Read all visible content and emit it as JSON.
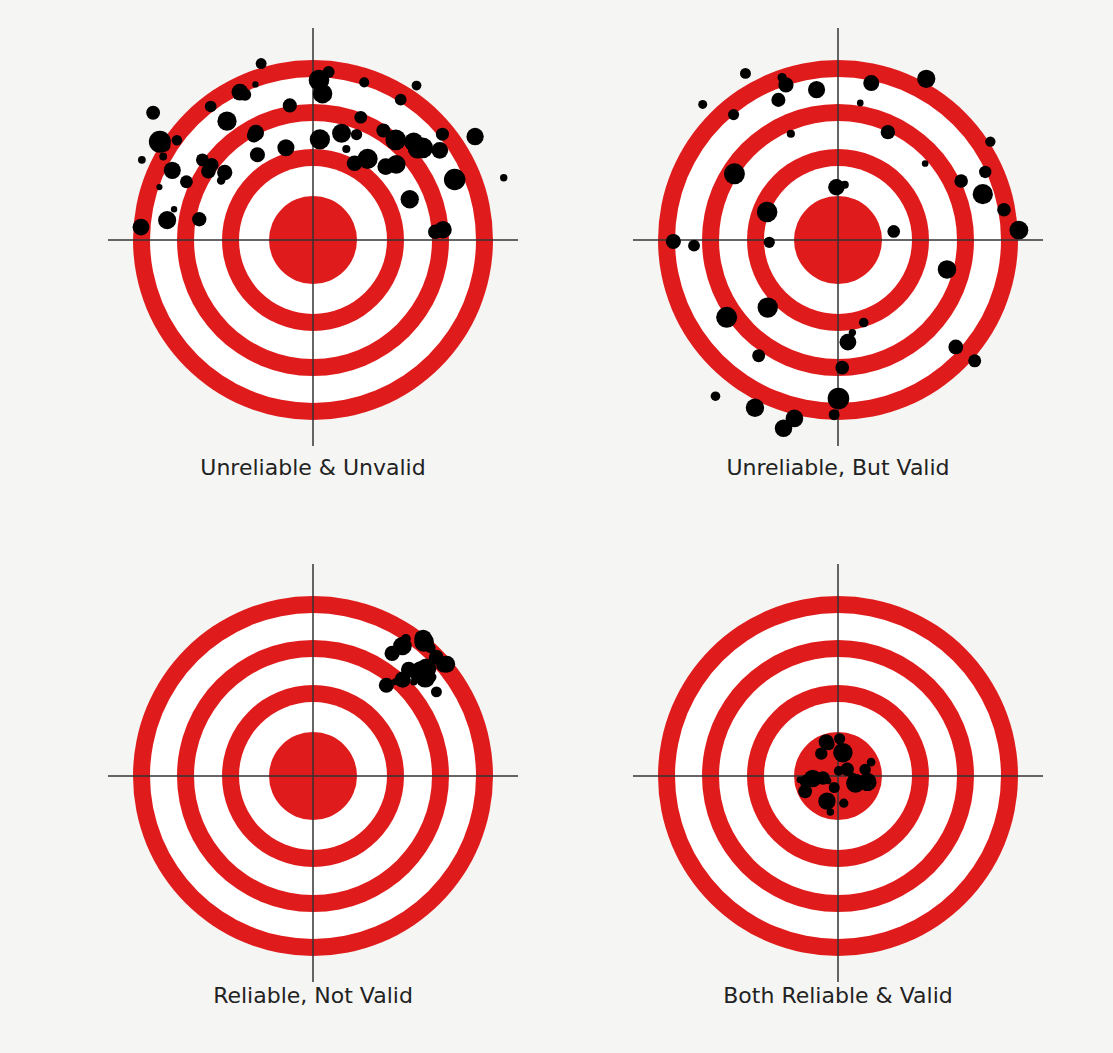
{
  "diagram": {
    "labels": [
      "Unreliable & Unvalid",
      "Unreliable, But Valid",
      "Reliable, Not Valid",
      "Both Reliable & Valid"
    ]
  }
}
